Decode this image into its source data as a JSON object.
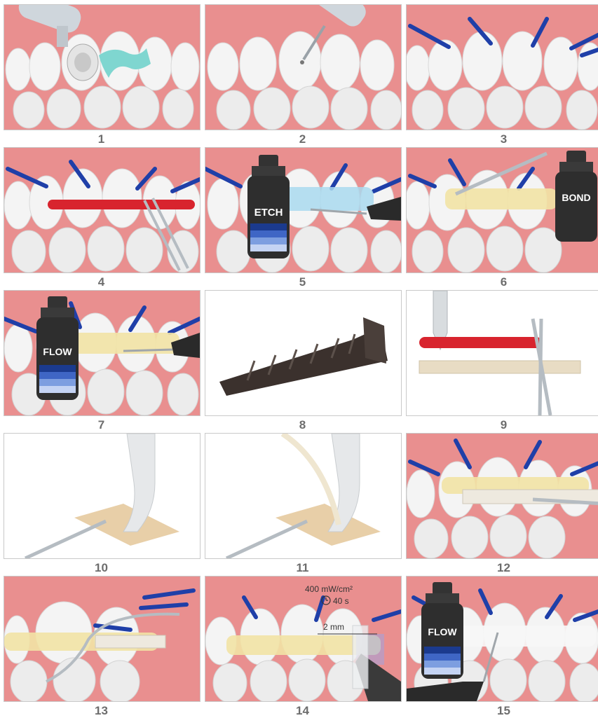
{
  "steps": [
    {
      "number": "1"
    },
    {
      "number": "2"
    },
    {
      "number": "3"
    },
    {
      "number": "4"
    },
    {
      "number": "5",
      "bottle_label": "ETCH"
    },
    {
      "number": "6",
      "bottle_label": "BOND"
    },
    {
      "number": "7",
      "bottle_label": "FLOW"
    },
    {
      "number": "8"
    },
    {
      "number": "9"
    },
    {
      "number": "10"
    },
    {
      "number": "11"
    },
    {
      "number": "12"
    },
    {
      "number": "13"
    },
    {
      "number": "14",
      "intensity": "400 mW/cm²",
      "time": "40 s",
      "distance": "2 mm"
    },
    {
      "number": "15",
      "bottle_label": "FLOW"
    }
  ],
  "colors": {
    "gum": "#e98f8f",
    "tooth": "#f4f4f4",
    "wedge": "#1f3fa8",
    "rod": "#d8242e",
    "etch_gel": "#a9d9ee",
    "bond": "#f2e3a5",
    "bottle": "#2e2e2e",
    "number": "#6d6d6d"
  }
}
